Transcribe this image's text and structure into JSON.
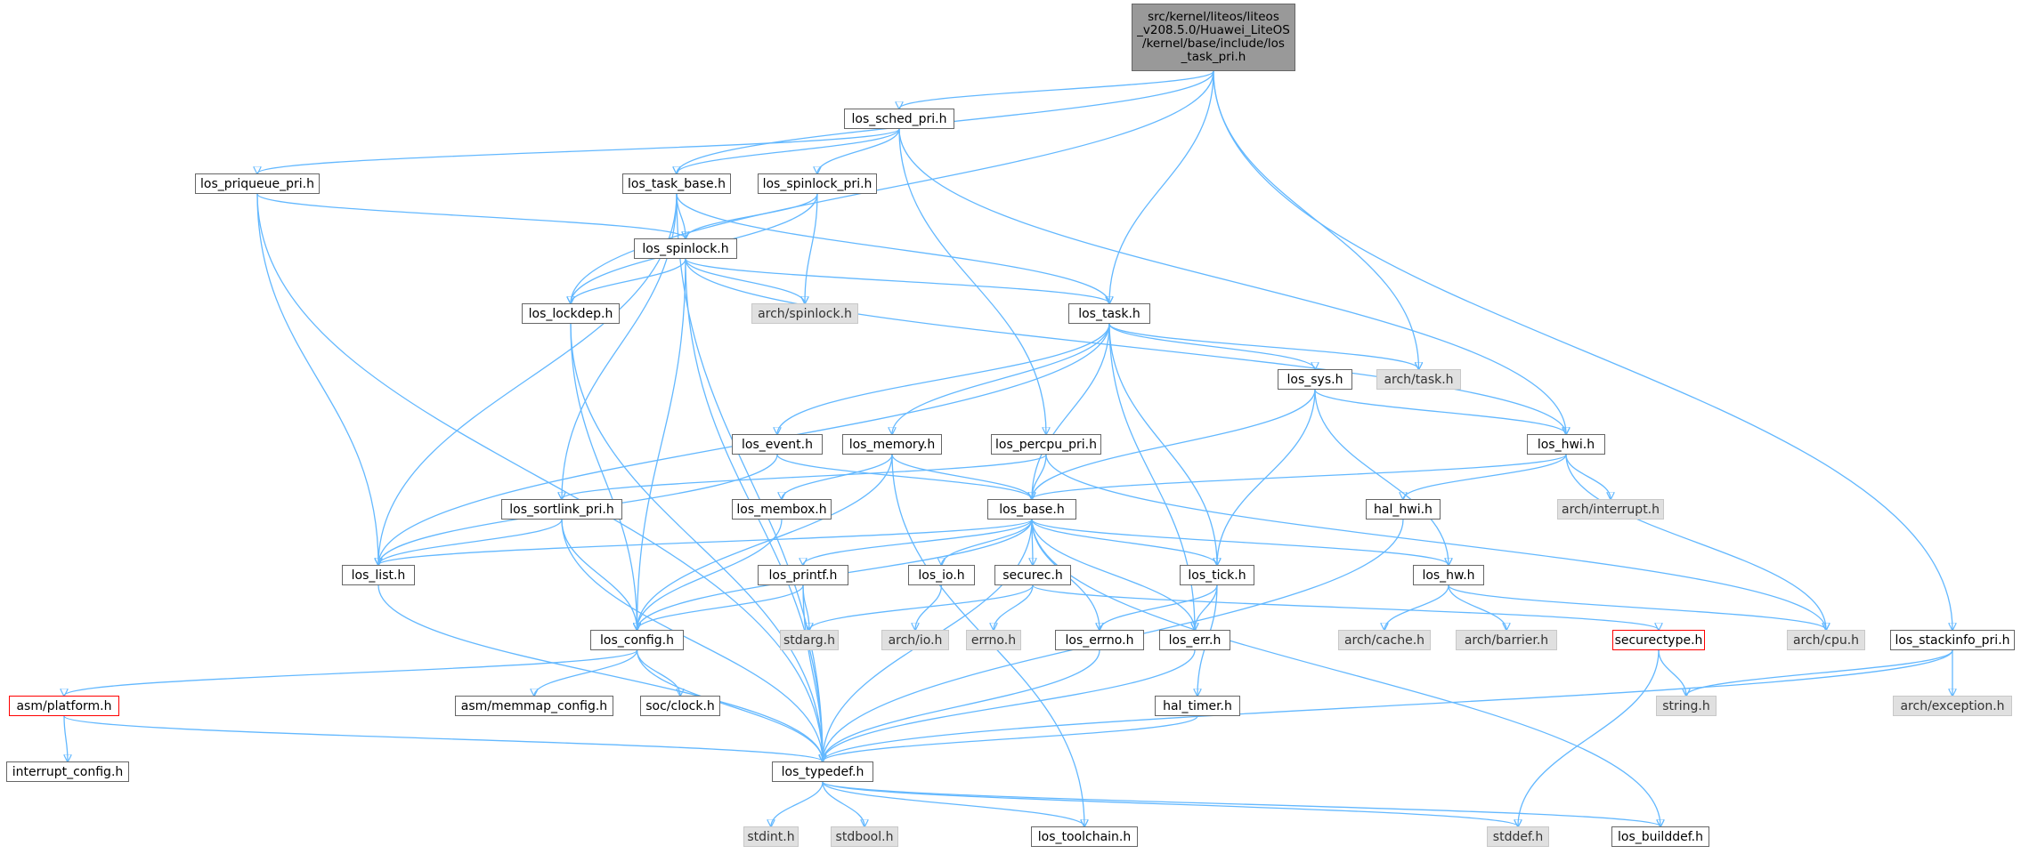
{
  "root_label_lines": [
    "src/kernel/liteos/liteos",
    "_v208.5.0/Huawei_LiteOS",
    "/kernel/base/include/los",
    "_task_pri.h"
  ],
  "nodes": {
    "los_sched_pri_h": "los_sched_pri.h",
    "los_priqueue_pri_h": "los_priqueue_pri.h",
    "los_task_base_h": "los_task_base.h",
    "los_spinlock_pri_h": "los_spinlock_pri.h",
    "los_spinlock_h": "los_spinlock.h",
    "los_lockdep_h": "los_lockdep.h",
    "arch_spinlock_h": "arch/spinlock.h",
    "los_task_h": "los_task.h",
    "los_sys_h": "los_sys.h",
    "arch_task_h": "arch/task.h",
    "los_event_h": "los_event.h",
    "los_memory_h": "los_memory.h",
    "los_percpu_pri_h": "los_percpu_pri.h",
    "los_hwi_h": "los_hwi.h",
    "los_sortlink_pri_h": "los_sortlink_pri.h",
    "los_membox_h": "los_membox.h",
    "los_base_h": "los_base.h",
    "hal_hwi_h": "hal_hwi.h",
    "arch_interrupt_h": "arch/interrupt.h",
    "los_list_h": "los_list.h",
    "los_printf_h": "los_printf.h",
    "los_io_h": "los_io.h",
    "securec_h": "securec.h",
    "los_tick_h": "los_tick.h",
    "los_hw_h": "los_hw.h",
    "los_config_h": "los_config.h",
    "stdarg_h": "stdarg.h",
    "arch_io_h": "arch/io.h",
    "errno_h": "errno.h",
    "los_errno_h": "los_errno.h",
    "los_err_h": "los_err.h",
    "arch_cache_h": "arch/cache.h",
    "arch_barrier_h": "arch/barrier.h",
    "securectype_h": "securectype.h",
    "arch_cpu_h": "arch/cpu.h",
    "los_stackinfo_pri_h": "los_stackinfo_pri.h",
    "asm_platform_h": "asm/platform.h",
    "asm_memmap_config_h": "asm/memmap_config.h",
    "soc_clock_h": "soc/clock.h",
    "hal_timer_h": "hal_timer.h",
    "string_h": "string.h",
    "arch_exception_h": "arch/exception.h",
    "interrupt_config_h": "interrupt_config.h",
    "los_typedef_h": "los_typedef.h",
    "stdint_h": "stdint.h",
    "stdbool_h": "stdbool.h",
    "los_toolchain_h": "los_toolchain.h",
    "stddef_h": "stddef.h",
    "los_builddef_h": "los_builddef.h"
  },
  "colors": {
    "edge": "#63b8ff",
    "node_border": "#666666",
    "root_fill": "#999999",
    "external_fill": "#e0e0e0",
    "incomplete_border": "#ff0000"
  }
}
